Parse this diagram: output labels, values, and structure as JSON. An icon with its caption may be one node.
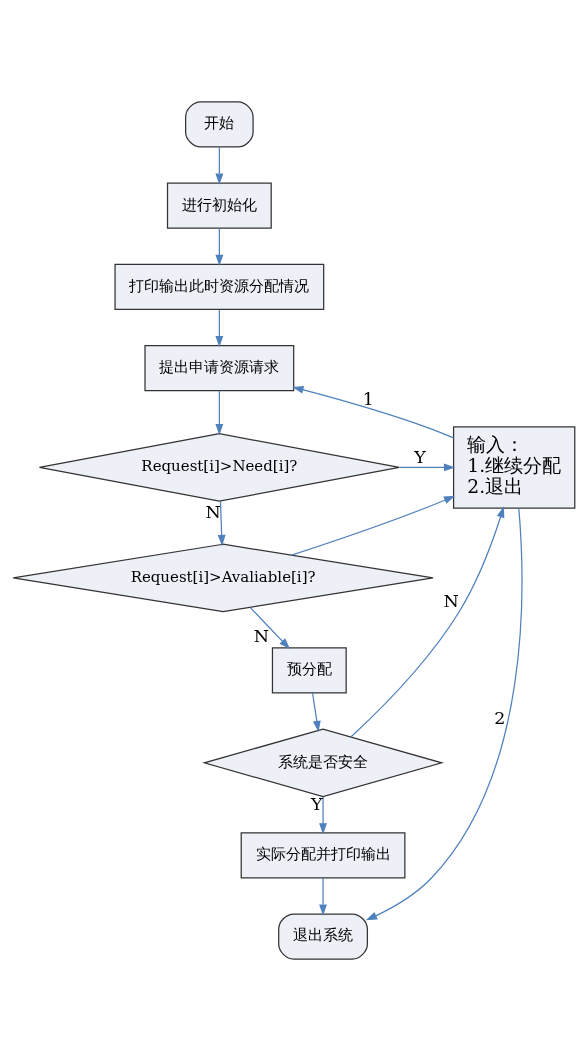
{
  "diagram": {
    "nodes": [
      {
        "text": [
          "开始"
        ]
      },
      {
        "text": [
          "进行初始化"
        ]
      },
      {
        "text": [
          "打印输出此时资源分配情况"
        ]
      },
      {
        "text": [
          "提出申请资源请求"
        ]
      },
      {
        "text": [
          "Request[i]>Need[i]?"
        ]
      },
      {
        "text": [
          "Request[i]>Avaliable[i]?"
        ]
      },
      {
        "text": [
          "预分配"
        ]
      },
      {
        "text": [
          "系统是否安全"
        ]
      },
      {
        "text": [
          "实际分配并打印输出"
        ]
      },
      {
        "text": [
          "退出系统"
        ]
      },
      {
        "text": [
          "输入：",
          "1.继续分配",
          "2.退出"
        ]
      }
    ],
    "edges": [
      {
        "from": 0,
        "to": 1,
        "arrow": "to"
      },
      {
        "from": 1,
        "to": 2,
        "arrow": "to"
      },
      {
        "from": 2,
        "to": 3,
        "arrow": "to"
      },
      {
        "from": 3,
        "to": 4,
        "arrow": "to"
      },
      {
        "from": 4,
        "to": 10,
        "arrow": "to",
        "label": "Y"
      },
      {
        "from": 4,
        "to": 5,
        "arrow": "to",
        "label": "N"
      },
      {
        "from": 5,
        "to": 10,
        "arrow": "to"
      },
      {
        "from": 5,
        "to": 6,
        "arrow": "to",
        "label": "N"
      },
      {
        "from": 6,
        "to": 7,
        "arrow": "to"
      },
      {
        "from": 7,
        "to": 8,
        "arrow": "to",
        "label": "Y"
      },
      {
        "from": 7,
        "to": 10,
        "arrow": "to",
        "label": "N"
      },
      {
        "from": 8,
        "to": 9,
        "arrow": "to"
      },
      {
        "from": 10,
        "to": 3,
        "arrow": "to",
        "label": "1"
      },
      {
        "from": 10,
        "to": 9,
        "arrow": "to",
        "label": "2"
      }
    ]
  }
}
